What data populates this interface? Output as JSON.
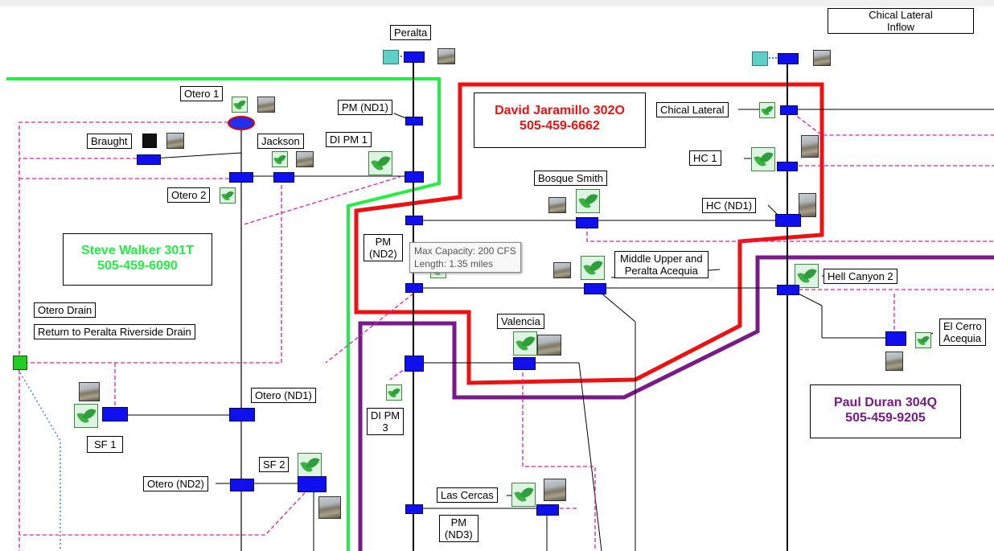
{
  "colors": {
    "green_zone": "#22ee44",
    "red_zone": "#ee1111",
    "purple_zone": "#7a1a8a",
    "pink_drain": "#e0209a",
    "node_blue": "#1010ee",
    "dotted_blue": "#3a86d6"
  },
  "labels": {
    "peralta": "Peralta",
    "chical_inflow_1": "Chical Lateral",
    "chical_inflow_2": "Inflow",
    "otero1": "Otero 1",
    "pm_nd1": "PM (ND1)",
    "chical_lateral": "Chical Lateral",
    "braught": "Braught",
    "jackson": "Jackson",
    "di_pm_1": "DI PM 1",
    "hc1": "HC 1",
    "otero2": "Otero 2",
    "bosque_smith": "Bosque Smith",
    "hc_nd1": "HC (ND1)",
    "pm_nd2_1": "PM",
    "pm_nd2_2": "(ND2)",
    "middle_upper_1": "Middle Upper and",
    "middle_upper_2": "Peralta Acequia",
    "hell_canyon_2": "Hell Canyon 2",
    "otero_drain": "Otero Drain",
    "return_drain": "Return to Peralta Riverside Drain",
    "valencia": "Valencia",
    "el_cerro_1": "El Cerro",
    "el_cerro_2": "Acequia",
    "otero_nd1": "Otero (ND1)",
    "di_pm_3_1": "DI PM",
    "di_pm_3_2": "3",
    "sf1": "SF 1",
    "sf2": "SF 2",
    "otero_nd2": "Otero (ND2)",
    "las_cercas": "Las Cercas",
    "pm_nd3_1": "PM",
    "pm_nd3_2": "(ND3)"
  },
  "zones": {
    "david_name": "David Jaramillo 302O",
    "david_phone": "505-459-6662",
    "steve_name": "Steve Walker 301T",
    "steve_phone": "505-459-6090",
    "paul_name": "Paul Duran 304Q",
    "paul_phone": "505-459-9205"
  },
  "tooltip": {
    "capacity": "Max Capacity: 200 CFS",
    "length": "Length: 1.35 miles"
  },
  "icons": [
    "leaf-icon",
    "photo-icon",
    "inflow-icon",
    "terminal-icon"
  ]
}
